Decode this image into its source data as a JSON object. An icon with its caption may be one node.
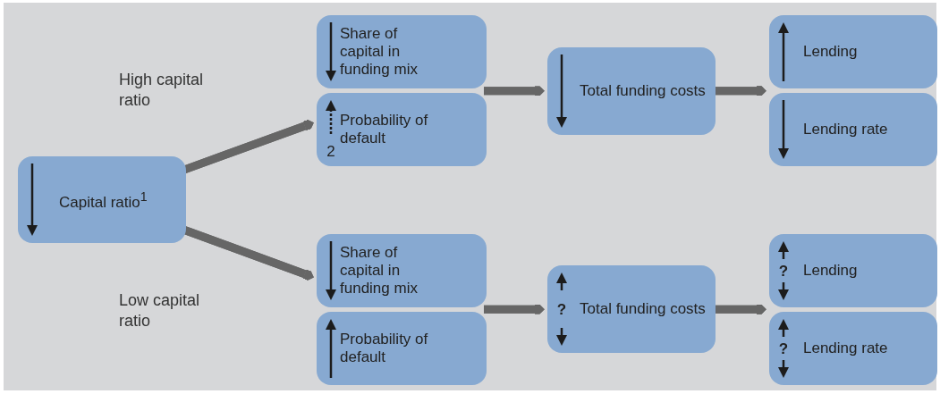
{
  "diagram": {
    "nodes": [
      {
        "text": [
          "Capital ratio$^{1}$"
        ]
      },
      {
        "text": [
          "Share of capital in funding mix"
        ]
      },
      {
        "text": [
          "2",
          "Probability of default"
        ]
      },
      {
        "text": [
          "Total funding costs"
        ]
      },
      {
        "text": [
          "Lending"
        ]
      },
      {
        "text": [
          "Lending rate"
        ]
      },
      {
        "text": [
          "Share of capital in funding mix"
        ]
      },
      {
        "text": [
          "Probability of default"
        ]
      },
      {
        "text": [
          "?",
          "Total funding costs"
        ]
      },
      {
        "text": [
          "?",
          "Lending"
        ]
      },
      {
        "text": [
          "?",
          "Lending rate"
        ]
      }
    ],
    "edges": [
      {
        "from": 0,
        "to": 1,
        "arrow": "to",
        "label": "High capital ratio"
      },
      {
        "from": 0,
        "to": 2,
        "arrow": "to"
      },
      {
        "from": 0,
        "to": 6,
        "arrow": "to",
        "label": "Low capital ratio"
      },
      {
        "from": 0,
        "to": 7,
        "arrow": "to"
      },
      {
        "from": 1,
        "to": 3,
        "arrow": "to"
      },
      {
        "from": 2,
        "to": 3,
        "arrow": "to"
      },
      {
        "from": 3,
        "to": 4,
        "arrow": "to"
      },
      {
        "from": 3,
        "to": 5,
        "arrow": "to"
      },
      {
        "from": 6,
        "to": 8,
        "arrow": "to"
      },
      {
        "from": 7,
        "to": 8,
        "arrow": "to"
      },
      {
        "from": 8,
        "to": 9,
        "arrow": "to"
      },
      {
        "from": 8,
        "to": 10,
        "arrow": "to"
      }
    ]
  }
}
